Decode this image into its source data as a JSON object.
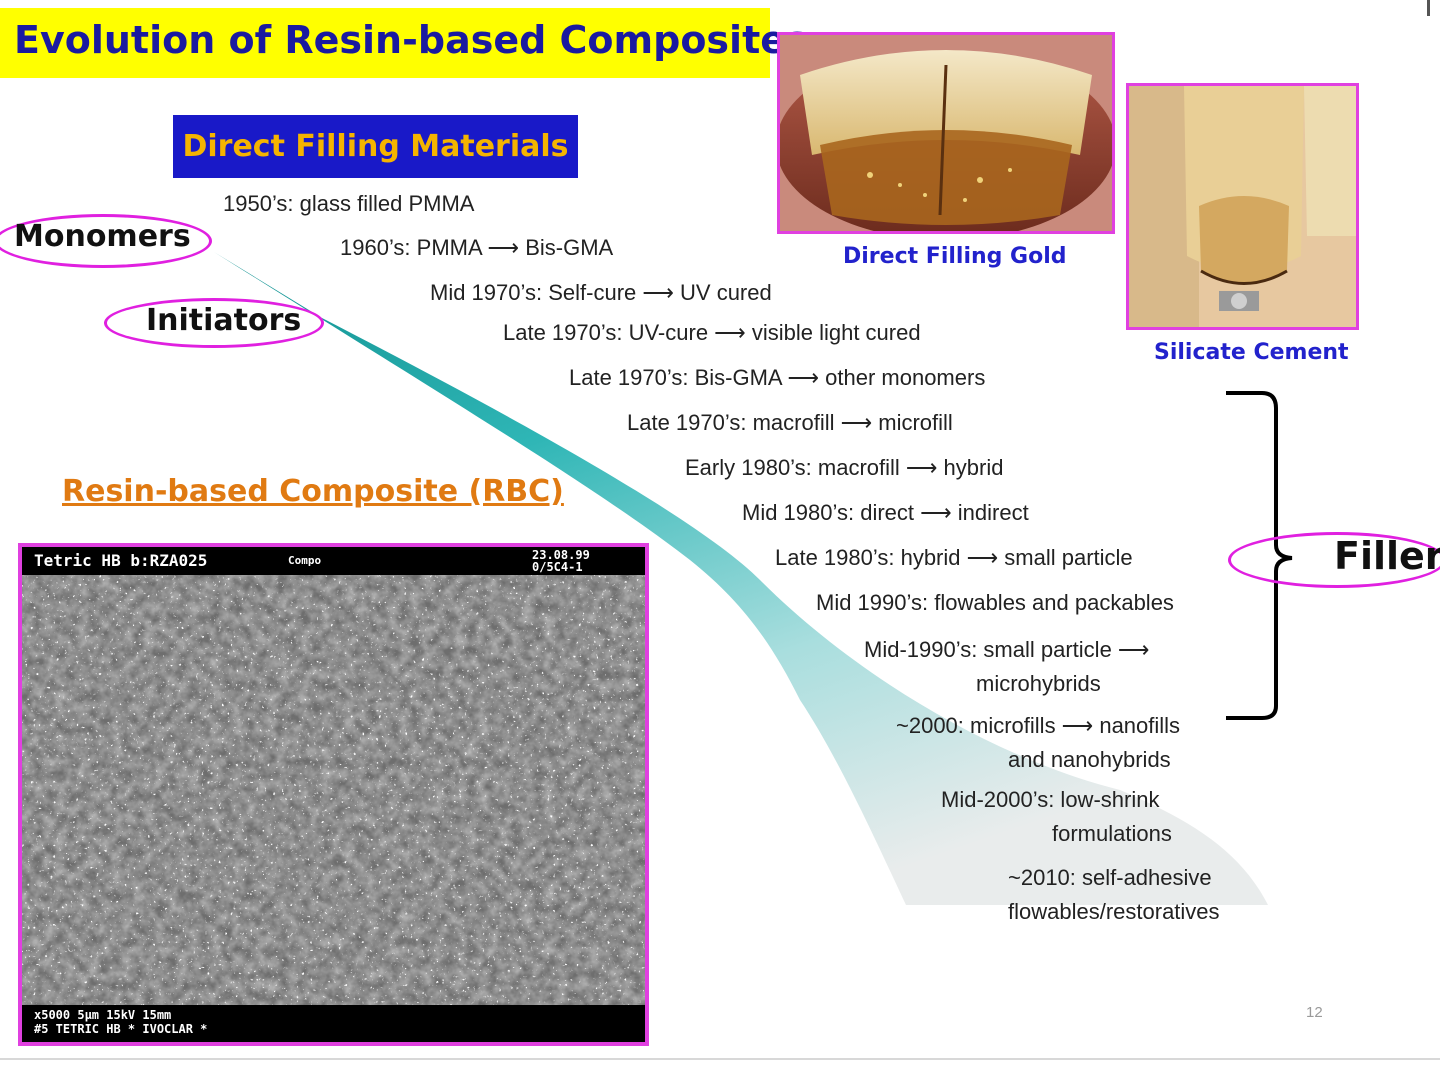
{
  "slide": {
    "title": "Evolution of Resin-based Composites",
    "subtitle_box": "Direct Filling Materials",
    "page_number": "12"
  },
  "photos": {
    "gold_caption": "Direct Filling Gold",
    "silicate_caption": "Silicate Cement"
  },
  "callouts": {
    "monomers": "Monomers",
    "initiators": "Initiators",
    "filler": "Filler"
  },
  "timeline": [
    "1950’s: glass filled PMMA",
    "1960’s: PMMA ⟶ Bis-GMA",
    "Mid 1970’s: Self-cure ⟶ UV cured",
    "Late 1970’s: UV-cure ⟶ visible light cured",
    "Late 1970’s: Bis-GMA ⟶ other monomers",
    "Late 1970’s: macrofill ⟶ microfill",
    "Early 1980’s: macrofill ⟶ hybrid",
    "Mid 1980’s: direct ⟶ indirect",
    "Late 1980’s: hybrid ⟶ small particle",
    "Mid 1990’s: flowables and packables",
    "Mid-1990’s: small particle ⟶",
    "microhybrids",
    "~2000: microfills ⟶ nanofills",
    "and nanohybrids",
    "Mid-2000’s: low-shrink",
    "formulations",
    "~2010: self-adhesive",
    "flowables/restoratives"
  ],
  "rbc": {
    "heading": "Resin-based Composite (RBC)",
    "sem_header_left": "Tetric HB  b:RZA025",
    "sem_header_tag": "Compo",
    "sem_header_right_1": "23.08.99",
    "sem_header_right_2": "0/5C4-1",
    "sem_footer_line1": "x5000     5μm           15kV  15mm",
    "sem_footer_line2": "#5     TETRIC HB      *  IVOCLAR  *"
  },
  "colors": {
    "title_bg": "#ffff00",
    "title_text": "#1a1aa0",
    "subtitle_bg": "#1919c8",
    "subtitle_text": "#f5b400",
    "accent_magenta": "#e020e0",
    "caption_blue": "#2222cc",
    "rbc_orange": "#e07a12",
    "band_teal": "#25b0b0"
  }
}
